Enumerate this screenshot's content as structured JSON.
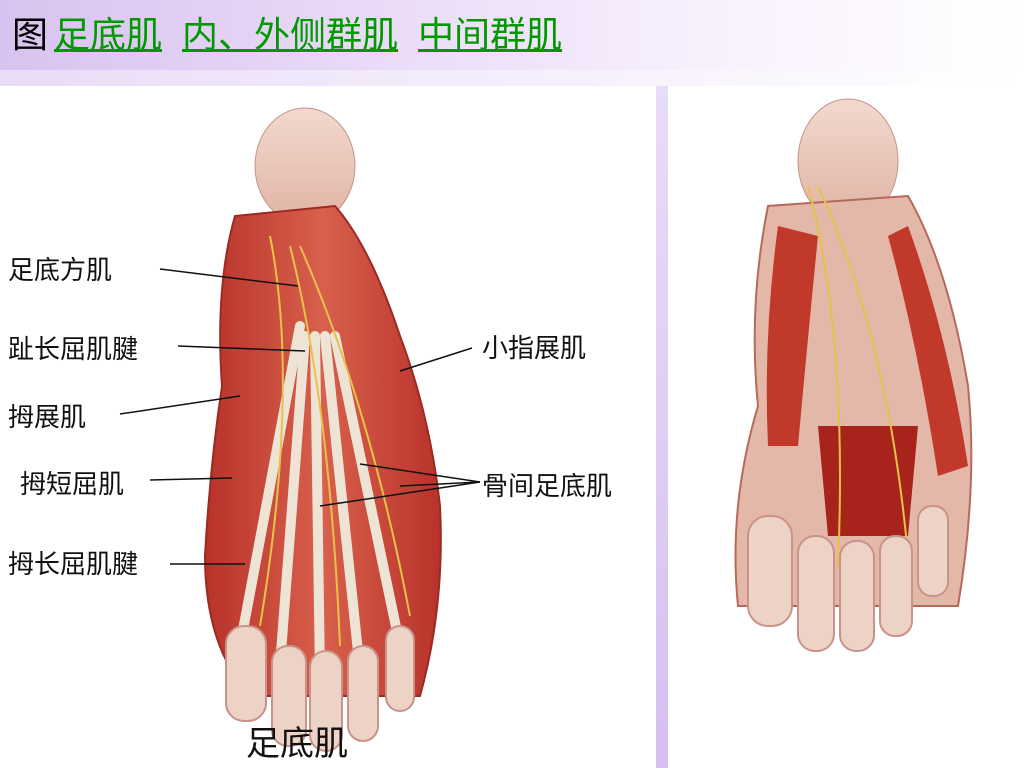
{
  "title": {
    "prefix": "图",
    "links": [
      "足底肌",
      "内、外侧群肌",
      "中间群肌"
    ]
  },
  "figure_left": {
    "labels": [
      "足底方肌",
      "趾长屈肌腱",
      "拇展肌",
      "拇短屈肌",
      "拇长屈肌腱",
      "小指展肌",
      "骨间足底肌"
    ],
    "caption": "足底肌"
  },
  "colors": {
    "link": "#009900",
    "muscle": "#c8463a",
    "tendon": "#eee4d6"
  }
}
